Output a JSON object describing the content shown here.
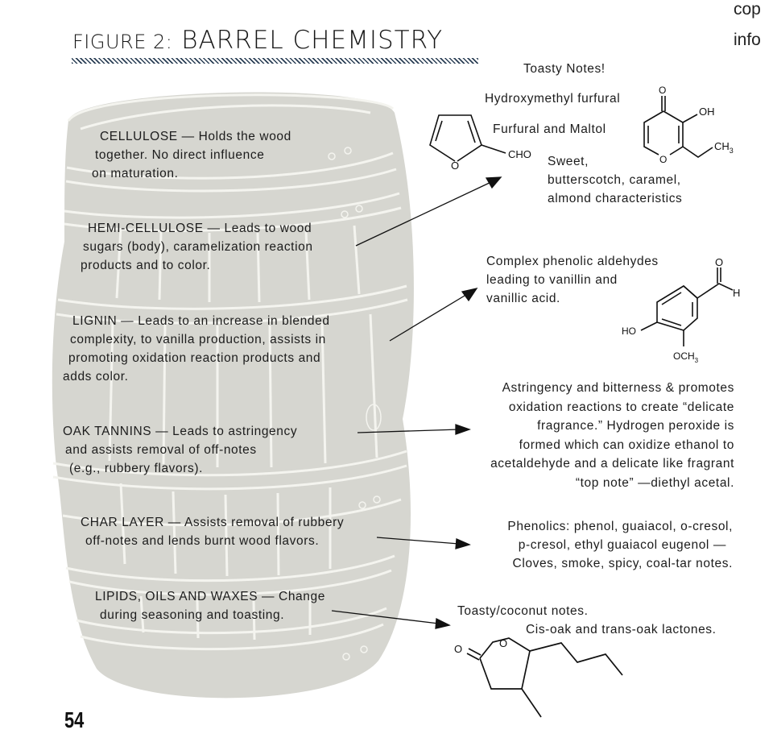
{
  "figure": {
    "label_prefix": "FIGURE 2:",
    "title": "BARREL CHEMISTRY",
    "page_number": "54",
    "corner_fragments": [
      "cop",
      "info"
    ]
  },
  "barrel_components": [
    {
      "name": "CELLULOSE",
      "lines": [
        "CELLULOSE — Holds the wood",
        "together. No direct influence",
        "on maturation."
      ]
    },
    {
      "name": "HEMI-CELLULOSE",
      "lines": [
        "HEMI-CELLULOSE — Leads to wood",
        "sugars (body), caramelization reaction",
        "products and to color."
      ]
    },
    {
      "name": "LIGNIN",
      "lines": [
        "LIGNIN — Leads to an increase in blended",
        "complexity, to vanilla production, assists in",
        "promoting oxidation reaction products and",
        "adds color."
      ]
    },
    {
      "name": "OAK TANNINS",
      "lines": [
        "OAK TANNINS — Leads to astringency",
        "and assists removal of off-notes",
        "(e.g., rubbery flavors)."
      ]
    },
    {
      "name": "CHAR LAYER",
      "lines": [
        "CHAR LAYER — Assists removal of rubbery",
        "off-notes and lends burnt wood flavors."
      ]
    },
    {
      "name": "LIPIDS, OILS AND WAXES",
      "lines": [
        "LIPIDS, OILS AND WAXES — Change",
        "during seasoning and toasting."
      ]
    }
  ],
  "outcomes": {
    "toasty": {
      "heading": "Toasty Notes!",
      "compound_1": "Hydroxymethyl furfural",
      "compound_2": "Furfural and Maltol",
      "lines": [
        "Sweet,",
        "butterscotch, caramel,",
        "almond characteristics"
      ]
    },
    "vanillin": {
      "lines": [
        "Complex phenolic aldehydes",
        "leading to vanillin and",
        "vanillic acid."
      ]
    },
    "tannins": {
      "lines": [
        "Astringency and bitterness & promotes",
        "oxidation reactions to create “delicate",
        "fragrance.” Hydrogen peroxide is",
        "formed which can oxidize ethanol to",
        "acetaldehyde and a delicate like fragrant",
        "“top note” —diethyl acetal."
      ]
    },
    "phenolics": {
      "lines": [
        "Phenolics: phenol, guaiacol, o-cresol,",
        "p-cresol, ethyl guaiacol eugenol —",
        "Cloves, smoke, spicy, coal-tar notes."
      ]
    },
    "lactones": {
      "line_1": "Toasty/coconut notes.",
      "line_2": "Cis-oak and trans-oak lactones."
    }
  },
  "structure_labels": {
    "furfural": {
      "o": "O",
      "cho": "CHO"
    },
    "maltol": {
      "o_top": "O",
      "oh": "OH",
      "o_ring": "O",
      "ch3": "CH",
      "sub3": "3"
    },
    "vanillin": {
      "o": "O",
      "h": "H",
      "ho": "HO",
      "och3": "OCH",
      "sub3": "3"
    },
    "lactone": {
      "o_carbonyl": "O",
      "o_ring": "O"
    }
  },
  "colors": {
    "barrel_fill": "#d5d5cf",
    "barrel_lines": "#f3f3ee",
    "title_hatch": "#2b3f55",
    "text": "#1c1c1c"
  }
}
